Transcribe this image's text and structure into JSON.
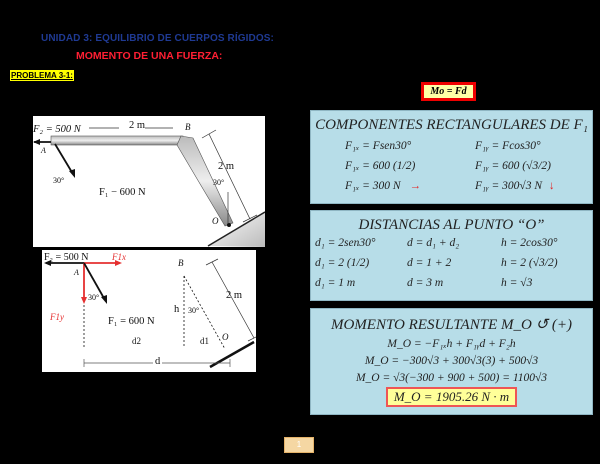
{
  "header": {
    "unit_title": "UNIDAD 3: EQUILIBRIO DE CUERPOS RÍGIDOS:",
    "topic_title": "MOMENTO DE UNA FUERZA:",
    "problem_label": "PROBLEMA 3-1:"
  },
  "formula_box": {
    "text": "Mo = Fd"
  },
  "figure1": {
    "f2_label": "F₂ = 500 N",
    "top_dim": "2 m",
    "point_a": "A",
    "point_b": "B",
    "point_o": "O",
    "angle_left": "30°",
    "f1_label": "F₁ − 600 N",
    "side_dim": "2 m",
    "angle_right": "30°"
  },
  "figure2": {
    "f2_label": "F₂ = 500 N",
    "f1x_label": "F1x",
    "f1y_label": "F1y",
    "point_a": "A",
    "angle_left": "30°",
    "f1_label": "F₁ = 600 N",
    "point_b": "B",
    "h_label": "h",
    "angle_right": "30°",
    "side_dim": "2 m",
    "d2_label": "d2",
    "d1_label": "d1",
    "point_o": "O",
    "d_label": "d"
  },
  "components_panel": {
    "title": "COMPONENTES RECTANGULARES DE F₁",
    "rows": [
      {
        "left": "F₁ₓ = Fsen30°",
        "right": "F₁ᵧ = Fcos30°"
      },
      {
        "left": "F₁ₓ = 600 (1/2)",
        "right": "F₁ᵧ = 600 (√3/2)"
      },
      {
        "left": "F₁ₓ = 300 N",
        "left_arrow": "→",
        "right": "F₁ᵧ = 300√3 N",
        "right_arrow": "↓"
      }
    ]
  },
  "distances_panel": {
    "title": "DISTANCIAS AL PUNTO “O”",
    "rows": [
      {
        "c1": "d₁ = 2sen30°",
        "c2": "d = d₁ + d₂",
        "c3": "h = 2cos30°"
      },
      {
        "c1": "d₁ = 2 (1/2)",
        "c2": "d = 1 + 2",
        "c3": "h = 2 (√3/2)"
      },
      {
        "c1": "d₁ = 1 m",
        "c2": "d = 3 m",
        "c3": "h = √3"
      }
    ]
  },
  "moment_panel": {
    "title": "MOMENTO RESULTANTE M_O ↺ (+)",
    "lines": [
      "M_O = −F₁ₓh + F₁ᵧd + F₂h",
      "M_O = −300√3 + 300√3(3) + 500√3",
      "M_O = √3(−300 + 900 + 500) = 1100√3"
    ],
    "result": "M_O = 1905.26 N · m"
  },
  "footer": {
    "page_number": "1"
  }
}
